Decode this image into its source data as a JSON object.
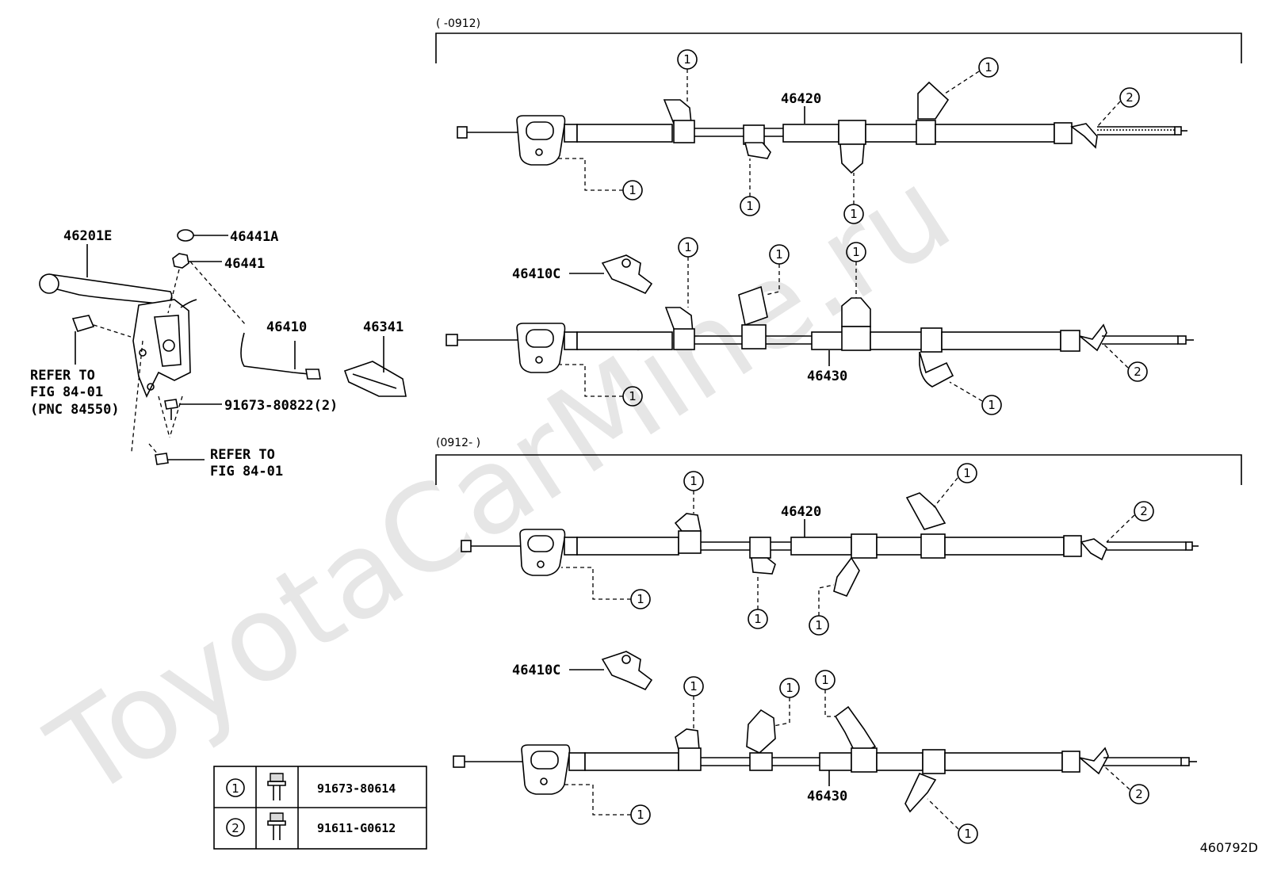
{
  "watermark": "ToyotaCarMine.ru",
  "figure_id": "460792D",
  "periods": {
    "top": "(      -0912)",
    "bottom": "(0912-      )"
  },
  "parts": {
    "lever": "46201E",
    "cap": "46441A",
    "nut": "46441",
    "switch_cable": "46410",
    "cover": "46341",
    "bolt_group": "91673-80822(2)",
    "clamp": "46410C",
    "cable_no2": "46420",
    "cable_no3": "46430"
  },
  "refs": {
    "ref1": [
      "REFER TO",
      "FIG 84-01",
      "(PNC 84550)"
    ],
    "ref2": [
      "REFER TO",
      "FIG 84-01"
    ]
  },
  "callout_numbers": {
    "one": "1",
    "two": "2"
  },
  "legend": [
    {
      "mark": "1",
      "part_no": "91673-80614"
    },
    {
      "mark": "2",
      "part_no": "91611-G0612"
    }
  ]
}
